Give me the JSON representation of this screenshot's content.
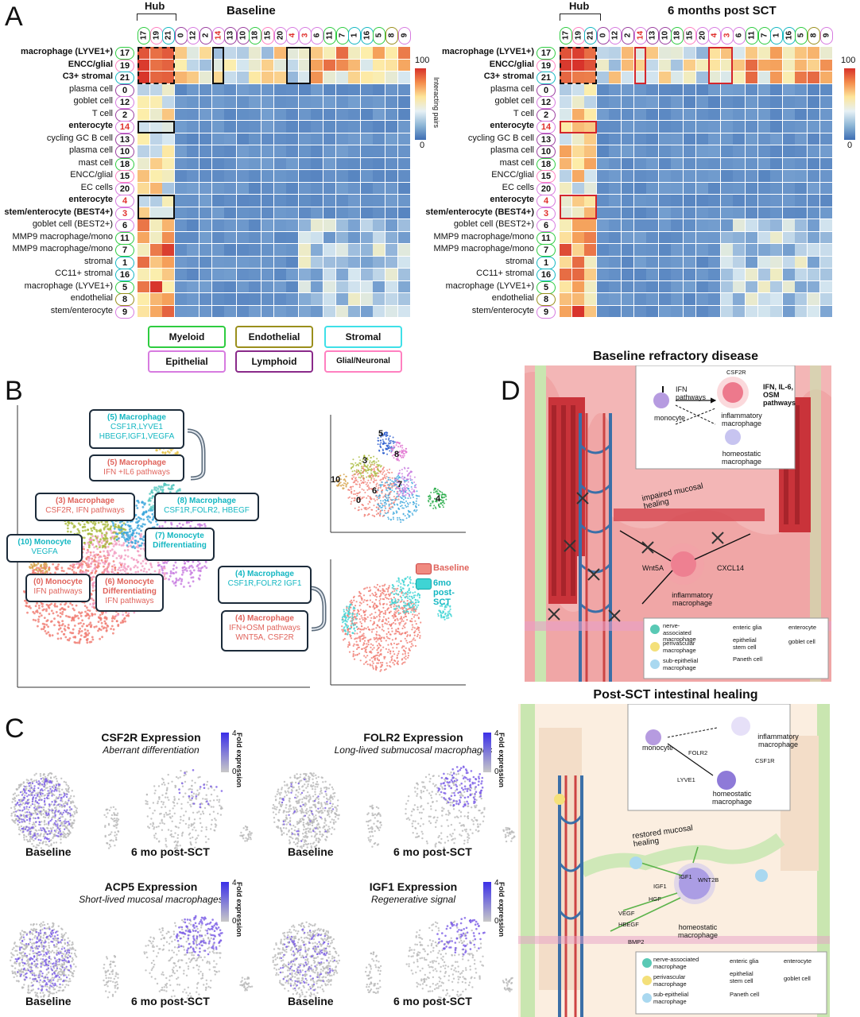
{
  "panel_labels": {
    "a": "A",
    "b": "B",
    "c": "C",
    "d": "D"
  },
  "panel_a": {
    "hub_label": "Hub",
    "left_title": "Baseline",
    "right_title": "6 months post SCT",
    "colorbar": {
      "max": "100",
      "min": "0",
      "label": "Interacting pairs"
    },
    "columns": [
      "17",
      "19",
      "21",
      "0",
      "12",
      "2",
      "14",
      "13",
      "10",
      "18",
      "15",
      "20",
      "4",
      "3",
      "6",
      "11",
      "7",
      "1",
      "16",
      "5",
      "8",
      "9"
    ],
    "rows": [
      {
        "label": "macrophage (LYVE1+)",
        "id": "17",
        "bold": true
      },
      {
        "label": "ENCC/glial",
        "id": "19",
        "bold": true
      },
      {
        "label": "C3+ stromal",
        "id": "21",
        "bold": true
      },
      {
        "label": "plasma cell",
        "id": "0",
        "bold": false
      },
      {
        "label": "goblet cell",
        "id": "12",
        "bold": false
      },
      {
        "label": "T cell",
        "id": "2",
        "bold": false
      },
      {
        "label": "enterocyte",
        "id": "14",
        "bold": true
      },
      {
        "label": "cycling GC B cell",
        "id": "13",
        "bold": false
      },
      {
        "label": "plasma cell",
        "id": "10",
        "bold": false
      },
      {
        "label": "mast cell",
        "id": "18",
        "bold": false
      },
      {
        "label": "ENCC/glial",
        "id": "15",
        "bold": false
      },
      {
        "label": "EC cells",
        "id": "20",
        "bold": false
      },
      {
        "label": "enterocyte",
        "id": "4",
        "bold": true
      },
      {
        "label": "stem/enterocyte (BEST4+)",
        "id": "3",
        "bold": true
      },
      {
        "label": "goblet cell (BEST2+)",
        "id": "6",
        "bold": false
      },
      {
        "label": "MMP9 macrophage/mono",
        "id": "11",
        "bold": false
      },
      {
        "label": "MMP9 macrophage/mono",
        "id": "7",
        "bold": false
      },
      {
        "label": "stromal",
        "id": "1",
        "bold": false
      },
      {
        "label": "CC11+ stromal",
        "id": "16",
        "bold": false
      },
      {
        "label": "macrophage (LYVE1+)",
        "id": "5",
        "bold": false
      },
      {
        "label": "endothelial",
        "id": "8",
        "bold": false
      },
      {
        "label": "stem/enterocyte",
        "id": "9",
        "bold": false
      }
    ],
    "lineage_colors": {
      "17": "#2ecc40",
      "19": "#ff80c0",
      "21": "#14b7c2",
      "0": "#9b3fa0",
      "12": "#d77be0",
      "2": "#9b3fa0",
      "14": "#d77be0",
      "13": "#9b3fa0",
      "10": "#9b3fa0",
      "18": "#2ecc40",
      "15": "#ff80c0",
      "20": "#d77be0",
      "4": "#d77be0",
      "3": "#d77be0",
      "6": "#d77be0",
      "11": "#2ecc40",
      "7": "#2ecc40",
      "1": "#14b7c2",
      "16": "#14b7c2",
      "5": "#2ecc40",
      "8": "#9a8f1c",
      "9": "#d77be0"
    },
    "legend": [
      {
        "label": "Myeloid",
        "color": "#2ecc40"
      },
      {
        "label": "Endothelial",
        "color": "#9a8f1c"
      },
      {
        "label": "Stromal",
        "color": "#3fe0e8"
      },
      {
        "label": "Epithelial",
        "color": "#d77be0"
      },
      {
        "label": "Lymphoid",
        "color": "#8a2a8a"
      },
      {
        "label": "Glial/Neuronal",
        "color": "#ff80c0"
      }
    ]
  },
  "panel_b": {
    "annotations": {
      "m5_top_title": "(5) Macrophage",
      "m5_top_desc": "CSF1R,LYVE1 HBEGF,IGF1,VEGFA",
      "m5_bot_title": "(5) Macrophage",
      "m5_bot_desc": "IFN +IL6 pathways",
      "m3_title": "(3) Macrophage",
      "m3_desc": "CSF2R, IFN pathways",
      "m8_title": "(8) Macrophage",
      "m8_desc": "CSF1R,FOLR2, HBEGF",
      "mono10_title": "(10) Monocyte",
      "mono10_desc": "VEGFA",
      "mono7_title": "(7) Monocyte Differentiating",
      "mono0_title": "(0) Monocyte",
      "mono0_desc": "IFN pathways",
      "mono6_title": "(6) Monocyte Differentiating",
      "mono6_desc": "IFN pathways",
      "m4_top_title": "(4) Macrophage",
      "m4_top_desc": "CSF1R,FOLR2 IGF1",
      "m4_bot_title": "(4) Macrophage",
      "m4_bot_desc": "IFN+OSM pathways WNT5A, CSF2R"
    },
    "cluster_labels": [
      "5",
      "3",
      "8",
      "10",
      "6",
      "7",
      "0",
      "4"
    ],
    "legend": {
      "baseline": "Baseline",
      "post": "6mo post-SCT"
    }
  },
  "panel_c": {
    "plots": [
      {
        "title": "CSF2R Expression",
        "subtitle": "Aberrant differentiation"
      },
      {
        "title": "FOLR2 Expression",
        "subtitle": "Long-lived submucosal macrophages"
      },
      {
        "title": "ACP5 Expression",
        "subtitle": "Short-lived mucosal macrophages"
      },
      {
        "title": "IGF1 Expression",
        "subtitle": "Regenerative signal"
      }
    ],
    "baseline_label": "Baseline",
    "post_label": "6 mo post-SCT",
    "colorbar": {
      "max": "4",
      "min": "0",
      "label": "Fold expression"
    }
  },
  "panel_d": {
    "top_title": "Baseline refractory disease",
    "bottom_title": "Post-SCT intestinal healing",
    "top": {
      "monocyte": "monocyte",
      "ifn": "IFN pathways",
      "csf2r": "CSF2R",
      "ifn_il6": "IFN, IL-6, OSM pathways",
      "inflam_mac": "inflammatory macrophage",
      "homeo_mac": "homeostatic macrophage",
      "impaired": "impaired mucosal healing",
      "wnt5a": "Wnt5A",
      "cxcl14": "CXCL14",
      "inflam_center": "inflammatory macrophage"
    },
    "bottom": {
      "monocyte": "monocyte",
      "inflam_mac": "inflammatory macrophage",
      "folr2": "FOLR2",
      "csf1r": "CSF1R",
      "lyve1": "LYVE1",
      "homeo_mac": "homeostatic macrophage",
      "restored": "restored mucosal healing",
      "igf1a": "IGF1",
      "hgf": "HGF",
      "igf1b": "IGF1",
      "wnt2b": "WNT2B",
      "vegf": "VEGF",
      "hbegf": "HBEGF",
      "bmp2": "BMP2",
      "homeo_center": "homeostatic macrophage"
    },
    "legend": {
      "nerve": "nerve-associated macrophage",
      "perivascular": "perivascular macrophage",
      "subepi": "sub-epithelial macrophage",
      "glia": "enteric glia",
      "stem": "epithelial stem cell",
      "paneth": "Paneth cell",
      "enterocyte": "enterocyte",
      "goblet": "goblet cell"
    }
  }
}
